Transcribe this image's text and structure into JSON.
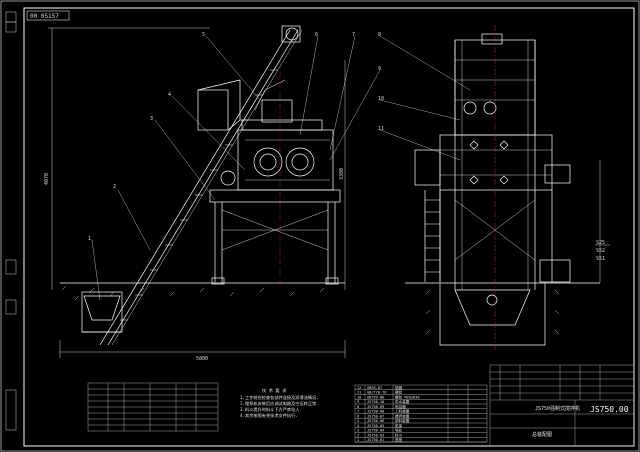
{
  "drawing": {
    "drawing_number_stamp": "00 05157",
    "title_block": {
      "model": "JS750.00",
      "product_name": "JS750强制式搅拌机",
      "sheet_label": "总装配图"
    },
    "dimensions": {
      "overall_length": "5800",
      "side_height": "4070",
      "mid_height": "3380"
    },
    "labels": {
      "technical_requirements_title": "技 术 要 求",
      "callouts": [
        "1",
        "2",
        "3",
        "4",
        "5",
        "6",
        "7",
        "8",
        "9",
        "10",
        "11"
      ],
      "side_callouts": [
        "S25",
        "S52",
        "S51"
      ]
    },
    "technical_notes": [
      "1.工作前应检查各部件连接及润滑油情况.",
      "2.搅拌机安装后应调试电路及空运转正常.",
      "3.料斗提升时料斗下方严禁站人.",
      "4.其余按照有关技术文件执行."
    ],
    "parts_list": [
      {
        "no": "12",
        "code": "GB93-87",
        "name": "垫圈"
      },
      {
        "no": "11",
        "code": "GB/T70-76",
        "name": "螺栓"
      },
      {
        "no": "10",
        "code": "GB799-88",
        "name": "螺栓 M20x630"
      },
      {
        "no": "9",
        "code": "JS750-10",
        "name": "供水装置"
      },
      {
        "no": "8",
        "code": "JS750-09",
        "name": "电控箱"
      },
      {
        "no": "7",
        "code": "JS750-08",
        "name": "上料装置"
      },
      {
        "no": "6",
        "code": "JS750-07",
        "name": "搅拌装置"
      },
      {
        "no": "5",
        "code": "JS750-06",
        "name": "卸料装置"
      },
      {
        "no": "4",
        "code": "JS750-05",
        "name": "机架"
      },
      {
        "no": "3",
        "code": "JS750-04",
        "name": "导轨"
      },
      {
        "no": "2",
        "code": "JS750-03",
        "name": "料斗"
      },
      {
        "no": "1",
        "code": "JS750-01",
        "name": "底座"
      }
    ]
  }
}
